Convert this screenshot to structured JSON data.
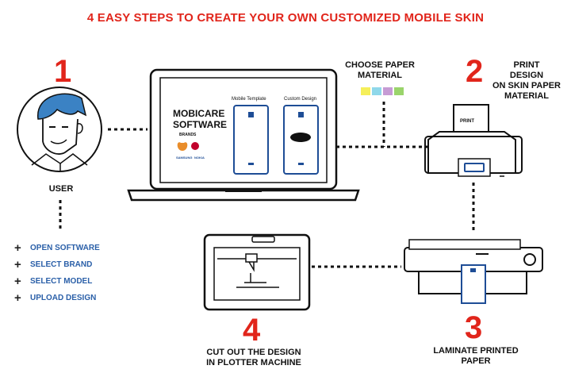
{
  "title": "4 EASY STEPS  TO CREATE YOUR OWN CUSTOMIZED  MOBILE SKIN",
  "steps": {
    "one": {
      "number": "1",
      "caption": "USER"
    },
    "two": {
      "number": "2",
      "caption": [
        "PRINT",
        "DESIGN",
        "ON SKIN PAPER",
        "MATERIAL"
      ]
    },
    "three": {
      "number": "3",
      "caption": [
        "LAMINATE PRINTED",
        "PAPER"
      ]
    },
    "four": {
      "number": "4",
      "caption": [
        "CUT OUT THE DESIGN",
        "IN PLOTTER MACHINE"
      ]
    }
  },
  "user_actions": [
    "OPEN SOFTWARE",
    "SELECT BRAND",
    "SELECT MODEL",
    "UPLOAD DESIGN"
  ],
  "software": {
    "name": [
      "MOBICARE",
      "SOFTWARE"
    ],
    "brands_label": "BRANDS",
    "brand_names": [
      "SAMSUNG",
      "NOKIA"
    ],
    "mobile_template_label": "Mobile Template",
    "custom_design_label": "Custom Design"
  },
  "paper": {
    "label": [
      "CHOOSE PAPER",
      "MATERIAL"
    ],
    "swatch_colors": [
      "#f5ef5a",
      "#8fd8ea",
      "#c69bd4",
      "#9ad46b"
    ]
  },
  "printer": {
    "sheet_label": "PRINT"
  },
  "colors": {
    "accent_red": "#e1251b",
    "link_blue": "#2a5fa8",
    "device_blue": "#1e4d96"
  }
}
